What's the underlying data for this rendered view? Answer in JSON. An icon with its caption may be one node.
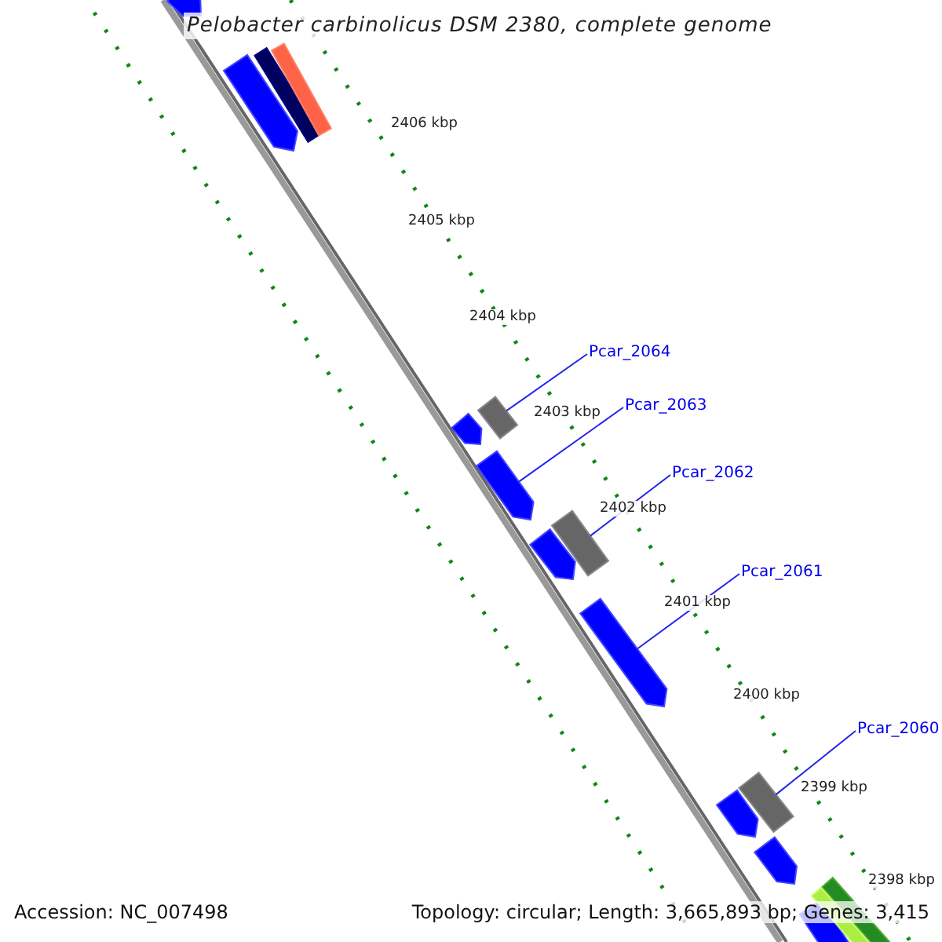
{
  "diagram": {
    "title": "Pelobacter carbinolicus DSM 2380, complete genome",
    "nodes": [
      {
        "text": [
          "Pcar_2064"
        ]
      },
      {
        "text": [],
        "shape": "bar"
      },
      {
        "text": [
          "Pcar_2063"
        ]
      },
      {
        "text": [],
        "shape": "pentagon"
      },
      {
        "text": [
          "Pcar_2062"
        ]
      },
      {
        "text": [],
        "shape": "bar"
      },
      {
        "text": [
          "Pcar_2061"
        ]
      },
      {
        "text": [],
        "shape": "pentagon"
      },
      {
        "text": [
          "Pcar_2060"
        ]
      },
      {
        "text": [],
        "shape": "bar"
      }
    ],
    "edges": [
      {
        "from": 0,
        "to": 1,
        "arrow": "none"
      },
      {
        "from": 2,
        "to": 3,
        "arrow": "none"
      },
      {
        "from": 4,
        "to": 5,
        "arrow": "none"
      },
      {
        "from": 6,
        "to": 7,
        "arrow": "none"
      },
      {
        "from": 8,
        "to": 9,
        "arrow": "none"
      }
    ],
    "labels": [
      "2406 kbp",
      "2405 kbp",
      "2404 kbp",
      "2403 kbp",
      "2402 kbp",
      "2401 kbp",
      "2400 kbp",
      "2399 kbp",
      "2398 kbp",
      "Accession: NC_007498",
      "Topology: circular; Length: 3,665,893 bp; Genes: 3,415"
    ]
  }
}
